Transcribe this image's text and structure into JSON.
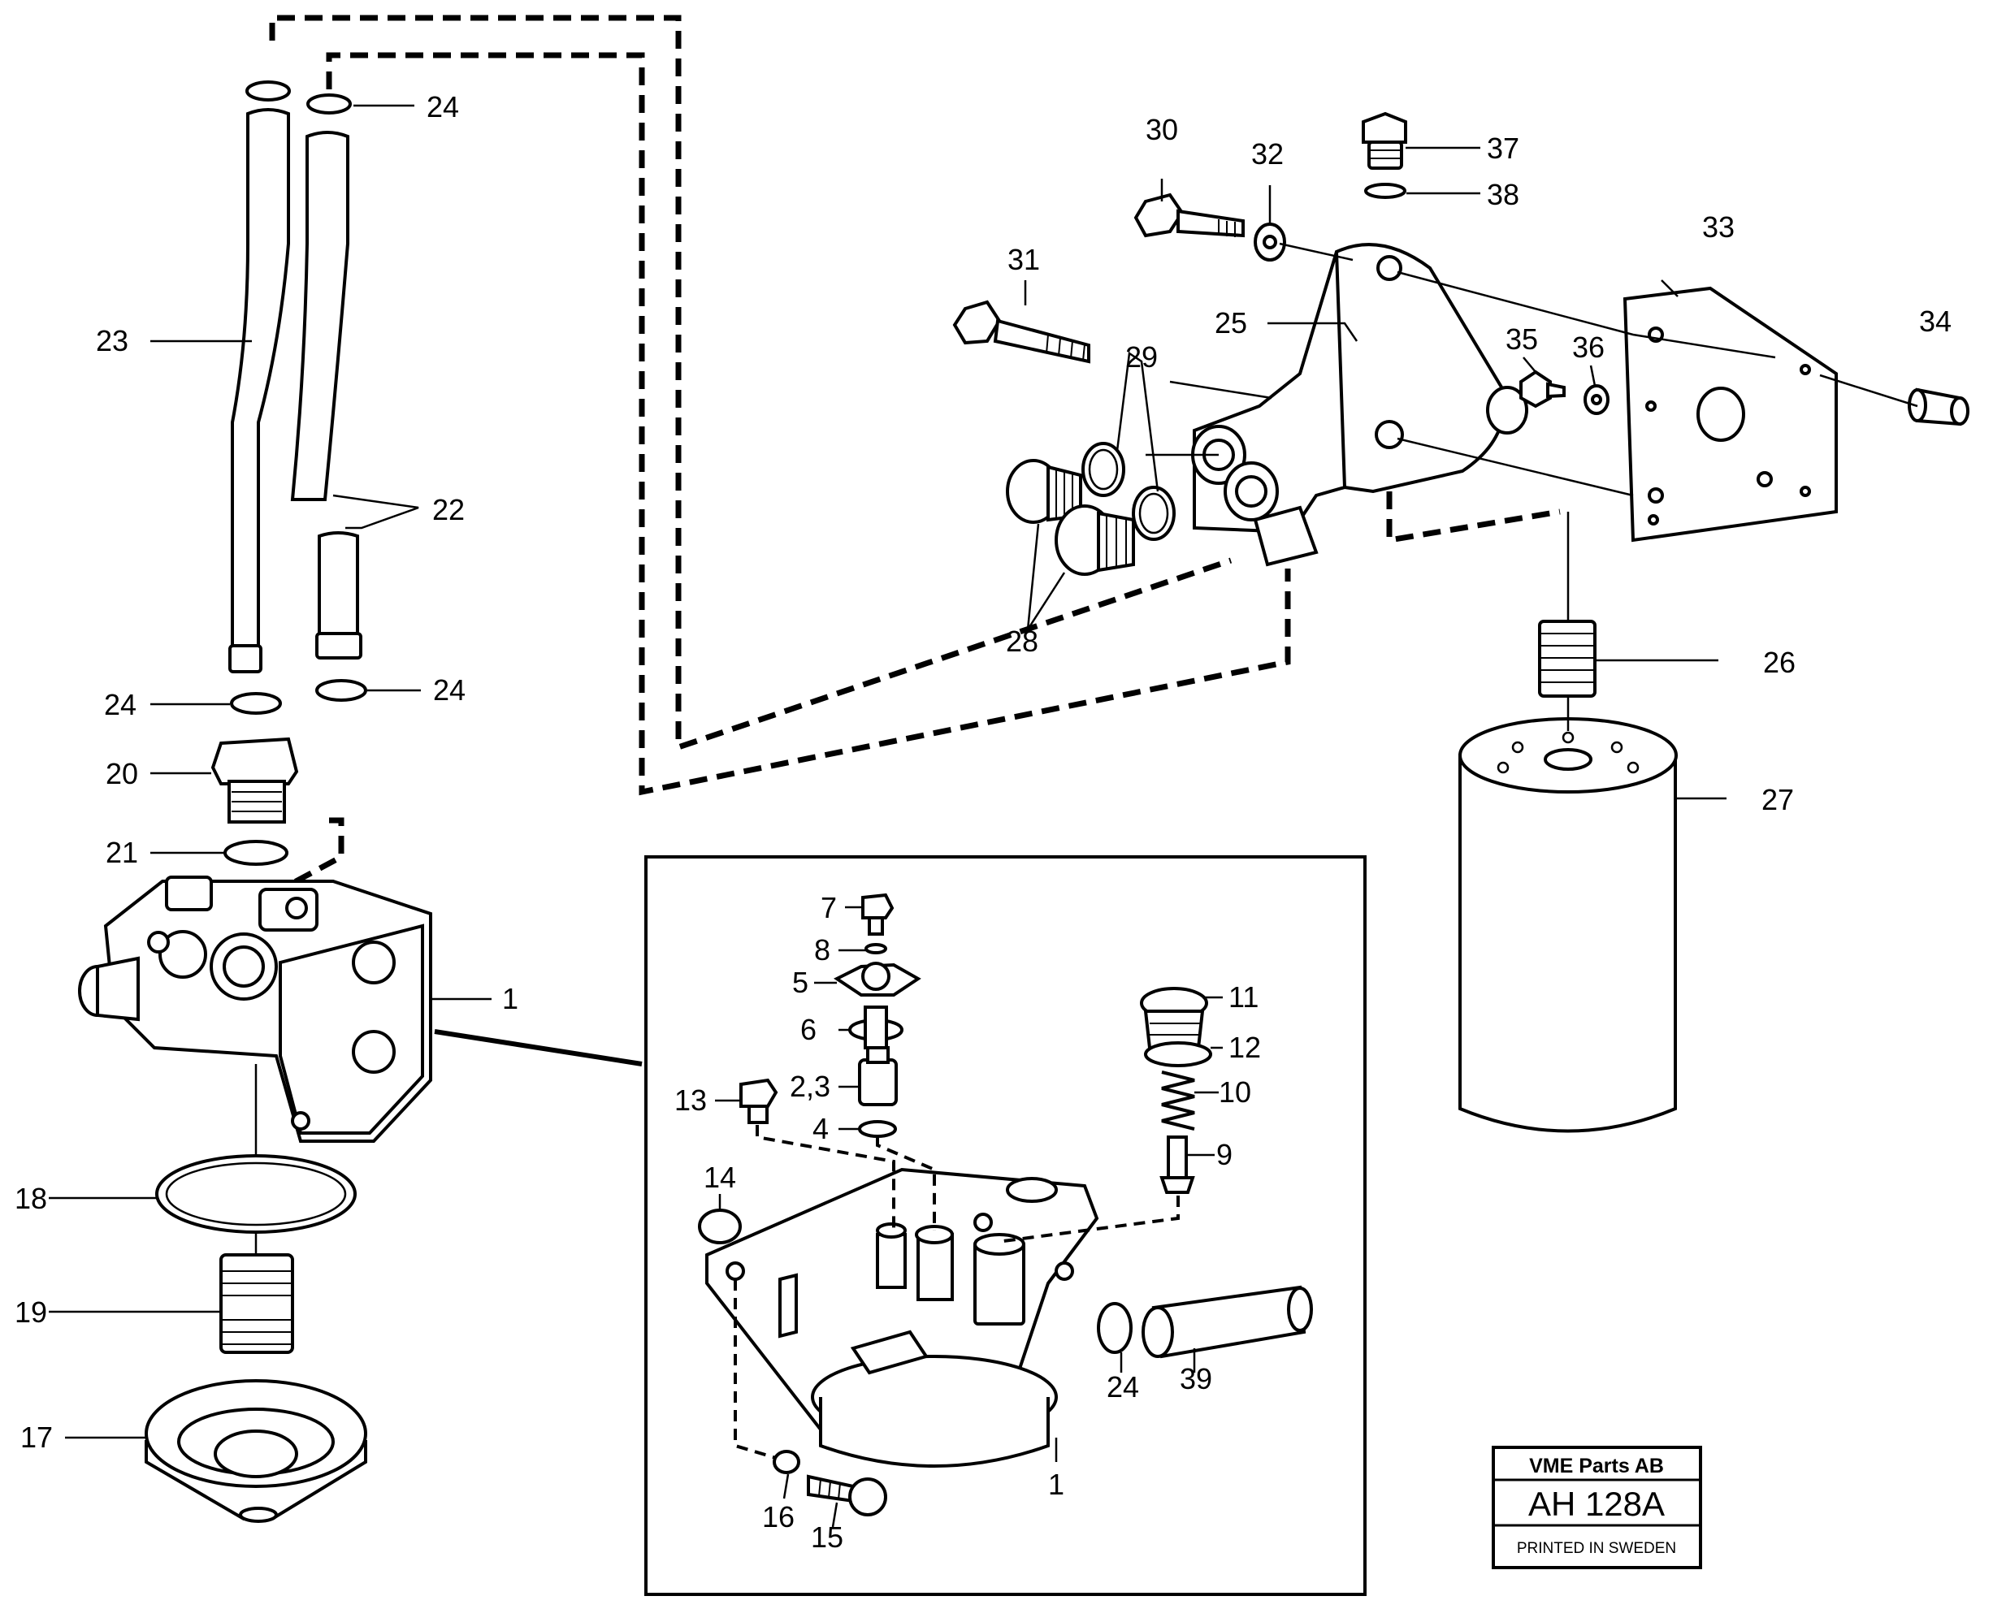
{
  "diagram": {
    "labels": {
      "p1_main": "1",
      "p1_inset": "1",
      "p2_3": "2,3",
      "p4": "4",
      "p5": "5",
      "p6": "6",
      "p7": "7",
      "p8": "8",
      "p9": "9",
      "p10": "10",
      "p11": "11",
      "p12": "12",
      "p13": "13",
      "p14": "14",
      "p15": "15",
      "p16": "16",
      "p17": "17",
      "p18": "18",
      "p19": "19",
      "p20": "20",
      "p21": "21",
      "p22": "22",
      "p23": "23",
      "p24_top": "24",
      "p24_left": "24",
      "p24_right": "24",
      "p24_inset": "24",
      "p25": "25",
      "p26": "26",
      "p27": "27",
      "p28": "28",
      "p29": "29",
      "p30": "30",
      "p31": "31",
      "p32": "32",
      "p33": "33",
      "p34": "34",
      "p35": "35",
      "p36": "36",
      "p37": "37",
      "p38": "38",
      "p39": "39"
    },
    "title_block": {
      "company": "VME Parts AB",
      "code": "AH 128A",
      "footer": "PRINTED IN SWEDEN"
    }
  }
}
